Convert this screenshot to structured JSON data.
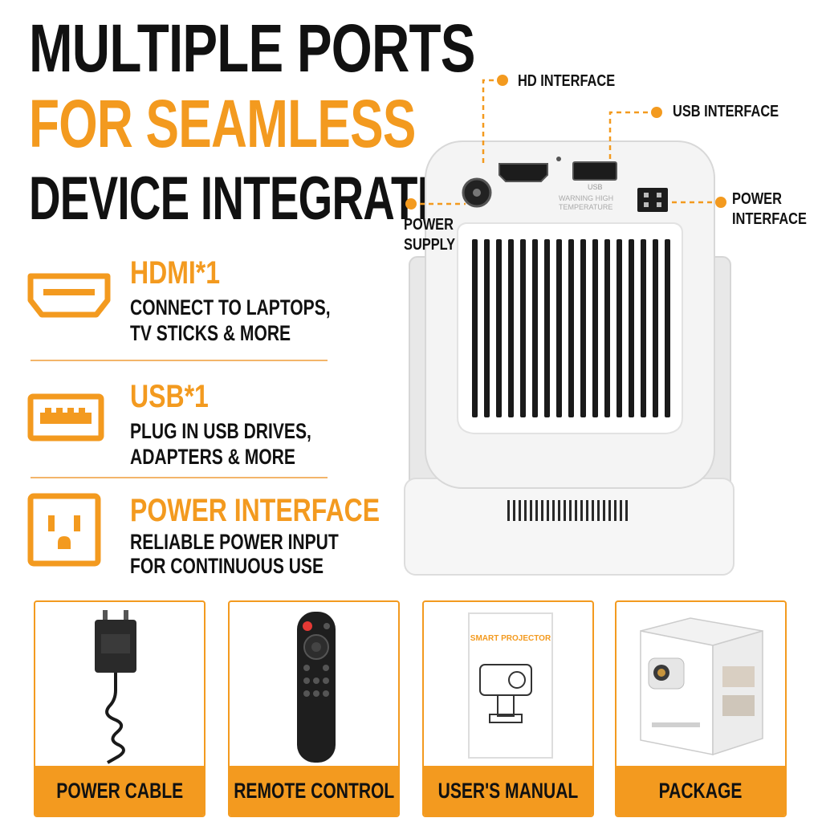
{
  "headline": {
    "line1": "MULTIPLE PORTS",
    "line2": "FOR SEAMLESS",
    "line3": "DEVICE INTEGRATION"
  },
  "features": [
    {
      "title": "HDMI*1",
      "line1": "CONNECT TO LAPTOPS,",
      "line2": "TV STICKS & MORE",
      "icon": "hdmi-port-icon"
    },
    {
      "title": "USB*1",
      "line1": "PLUG IN USB DRIVES,",
      "line2": "ADAPTERS & MORE",
      "icon": "usb-port-icon"
    },
    {
      "title": "POWER INTERFACE",
      "line1": "RELIABLE POWER INPUT",
      "line2": "FOR CONTINUOUS USE",
      "icon": "power-outlet-icon"
    }
  ],
  "callouts": {
    "hd": "HD INTERFACE",
    "usb": "USB INTERFACE",
    "power_interface_1": "POWER",
    "power_interface_2": "INTERFACE",
    "power_supply_1": "POWER",
    "power_supply_2": "SUPPLY"
  },
  "device_text": {
    "usb_port_label": "USB",
    "warning_1": "WARNING HIGH",
    "warning_2": "TEMPERATURE"
  },
  "accessories": [
    {
      "label": "POWER CABLE",
      "image": "power-adapter"
    },
    {
      "label": "REMOTE CONTROL",
      "image": "remote-control"
    },
    {
      "label": "USER'S MANUAL",
      "image": "user-manual",
      "cover_text": "SMART PROJECTOR"
    },
    {
      "label": "PACKAGE",
      "image": "package-box"
    }
  ],
  "colors": {
    "accent": "#f39a1f",
    "text": "#111111",
    "device_body": "#f4f4f4"
  }
}
